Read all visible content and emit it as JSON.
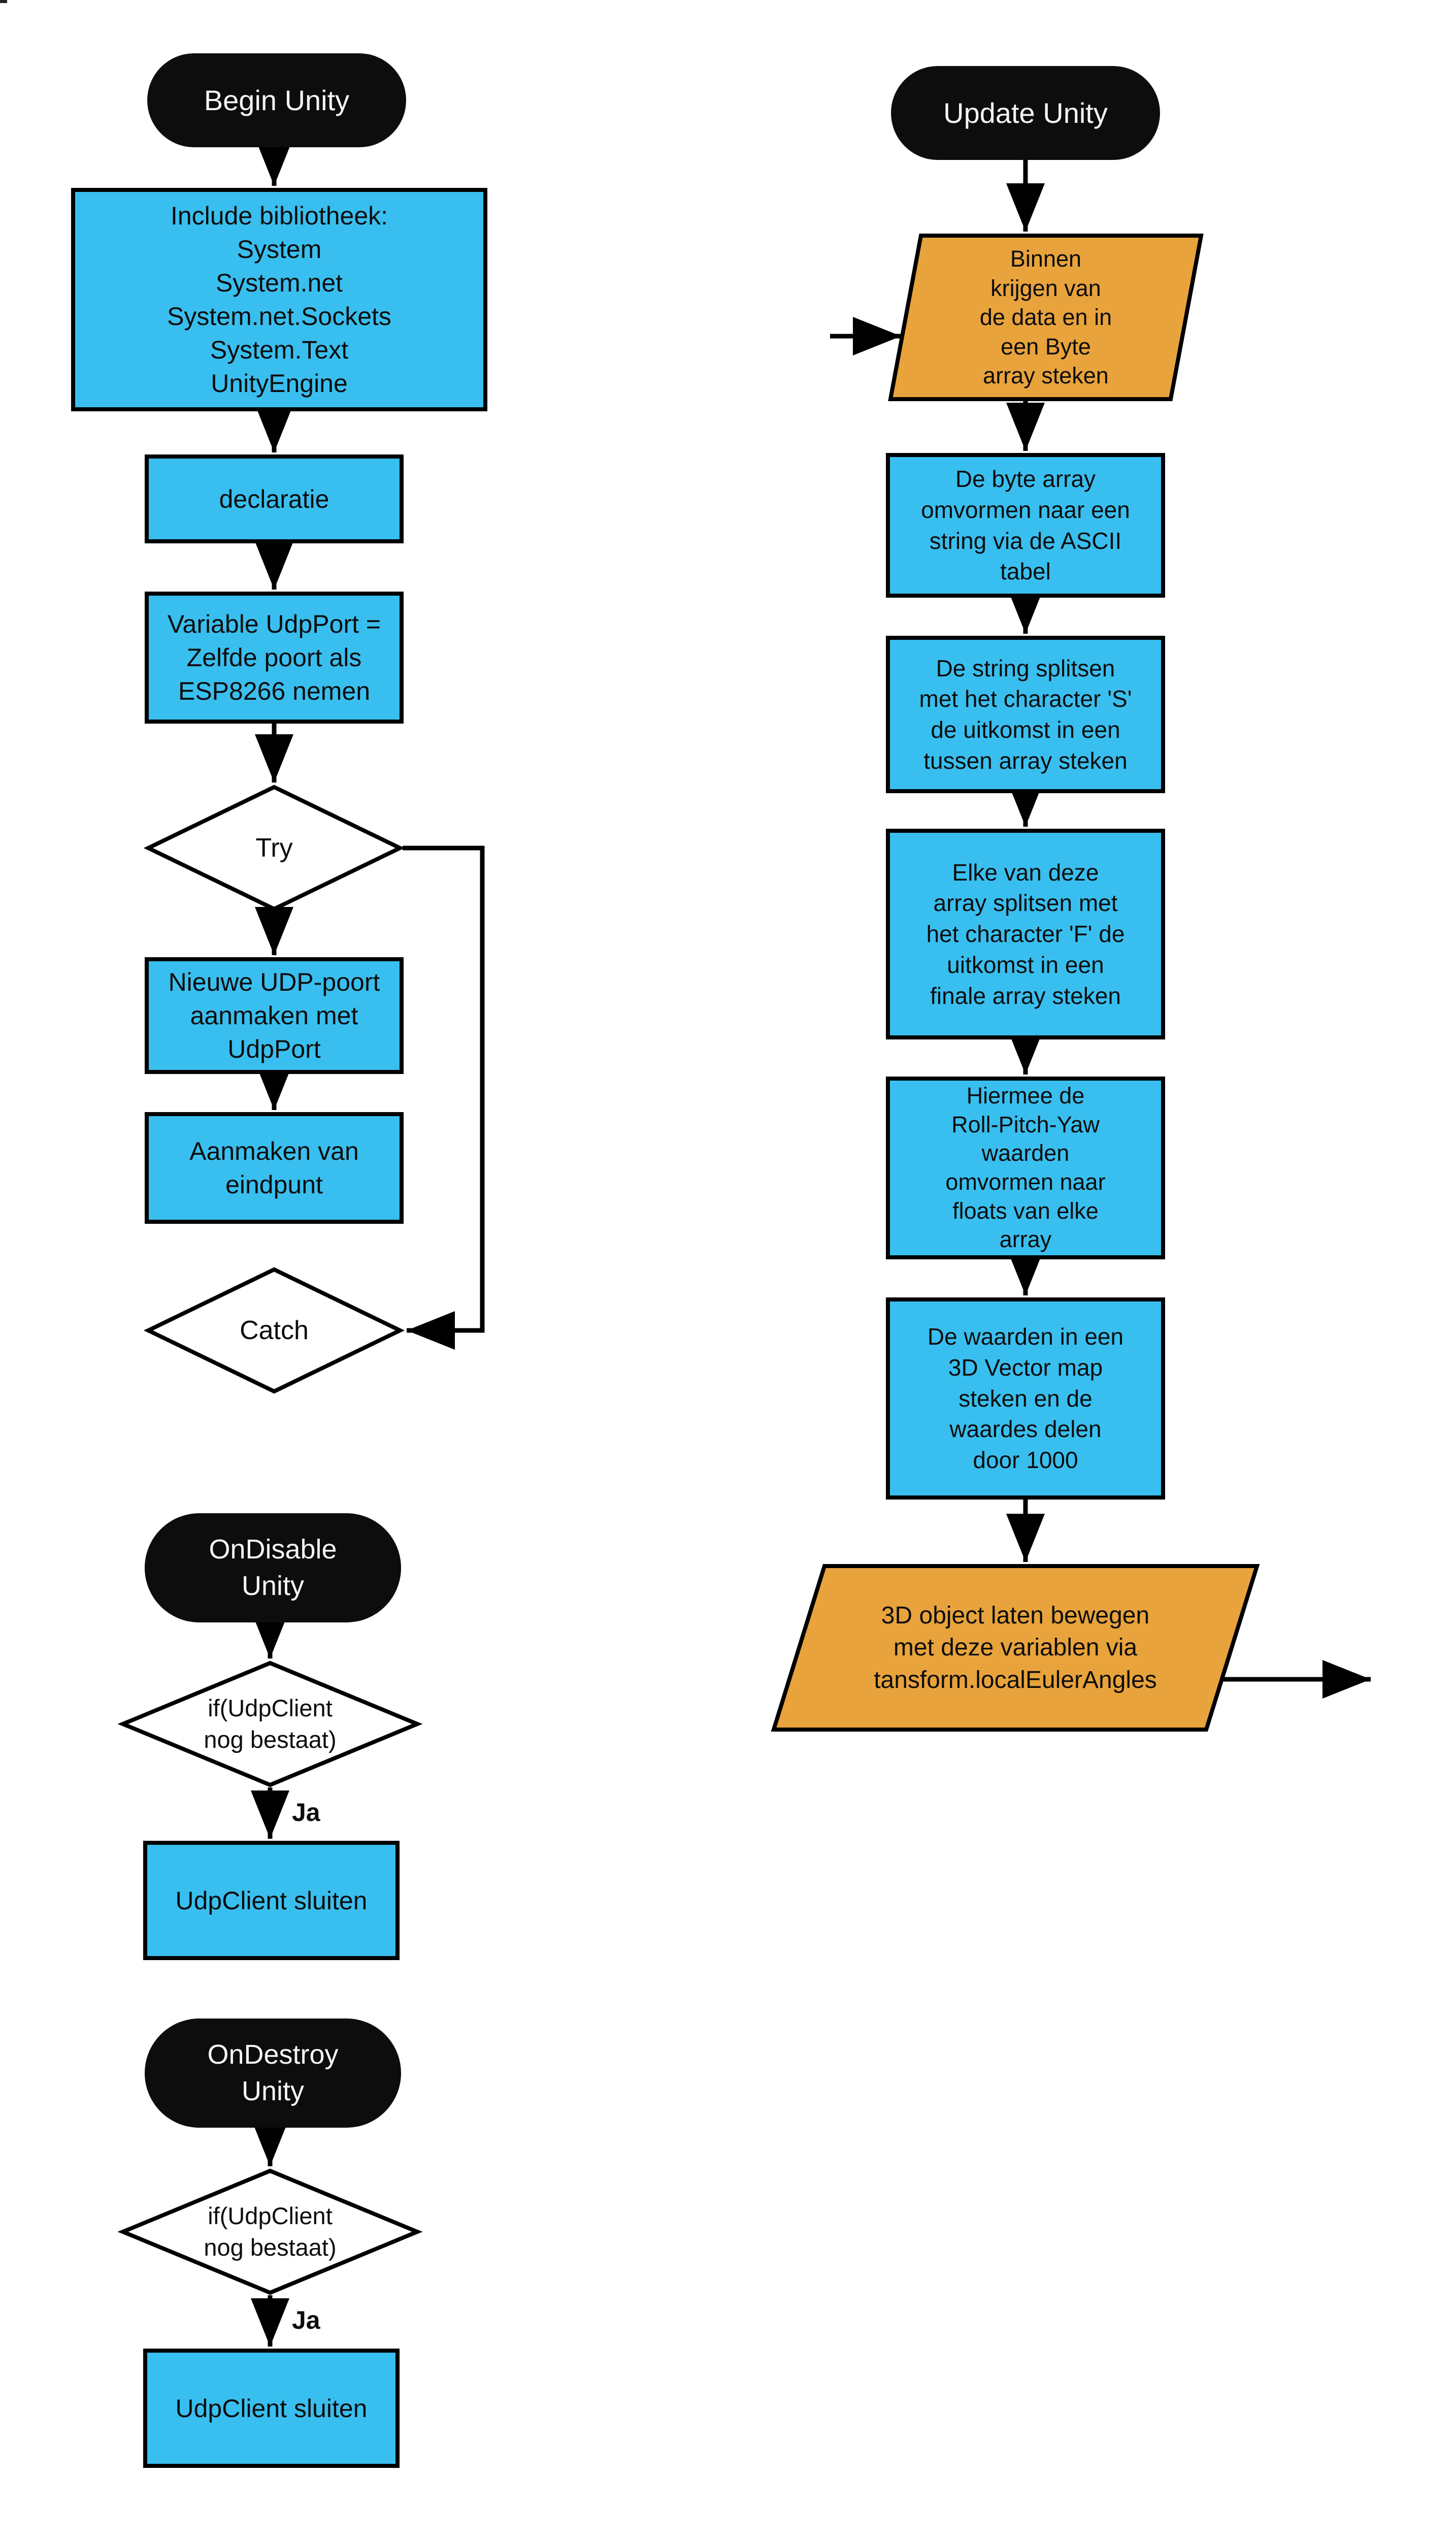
{
  "colors": {
    "process_fill": "#39BFEF",
    "io_fill": "#E8A33C",
    "terminator_fill": "#0d0d0d",
    "terminator_text": "#f7f5f3",
    "stroke": "#000000"
  },
  "left": {
    "begin": "Begin Unity",
    "include": "Include bibliotheek:\nSystem\nSystem.net\nSystem.net.Sockets\nSystem.Text\nUnityEngine",
    "declaratie": "declaratie",
    "variable": "Variable UdpPort =\nZelfde poort als\nESP8266 nemen",
    "try": "Try",
    "nieuwe": "Nieuwe UDP-poort\naanmaken met\nUdpPort",
    "aanmaken": "Aanmaken van\neindpunt",
    "catch": "Catch",
    "ondisable": "OnDisable\nUnity",
    "if1": "if(UdpClient\nnog bestaat)",
    "ja1": "Ja",
    "sluiten1": "UdpClient sluiten",
    "ondestroy": "OnDestroy\nUnity",
    "if2": "if(UdpClient\nnog bestaat)",
    "ja2": "Ja",
    "sluiten2": "UdpClient sluiten"
  },
  "right": {
    "update": "Update Unity",
    "binnen": "Binnen\nkrijgen van\nde data en in\neen Byte\narray steken",
    "byte": "De byte array\nomvormen naar een\nstring via de ASCII\ntabel",
    "split_s": "De string splitsen\nmet het character 'S'\nde uitkomst in een\ntussen array steken",
    "split_f": "Elke van deze\narray splitsen met\nhet character 'F' de\nuitkomst in een\nfinale array steken",
    "floats": "Hiermee de\nRoll-Pitch-Yaw\nwaarden\nomvormen naar\nfloats van elke\narray",
    "vector": "De waarden in een\n3D Vector map\nsteken en de\nwaardes delen\ndoor 1000",
    "object3d": "3D object laten bewegen\nmet deze variablen via\ntansform.localEulerAngles"
  }
}
